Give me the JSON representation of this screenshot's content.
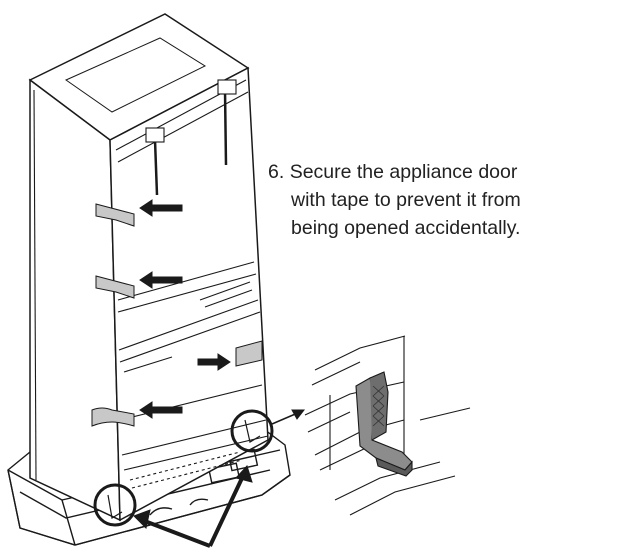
{
  "step": {
    "number": "6.",
    "lines": [
      "Secure the appliance door",
      "with tape to prevent it from",
      "being opened accidentally."
    ]
  },
  "colors": {
    "line": "#1a1a1a",
    "tape": "#c8c8c8",
    "bracket": "#8c8c8c",
    "bracket_dark": "#6e6e6e",
    "paper": "#ffffff"
  },
  "icons": [
    "tape-strip",
    "arrow-left",
    "arrow-right",
    "callout-circle",
    "transport-bracket"
  ]
}
